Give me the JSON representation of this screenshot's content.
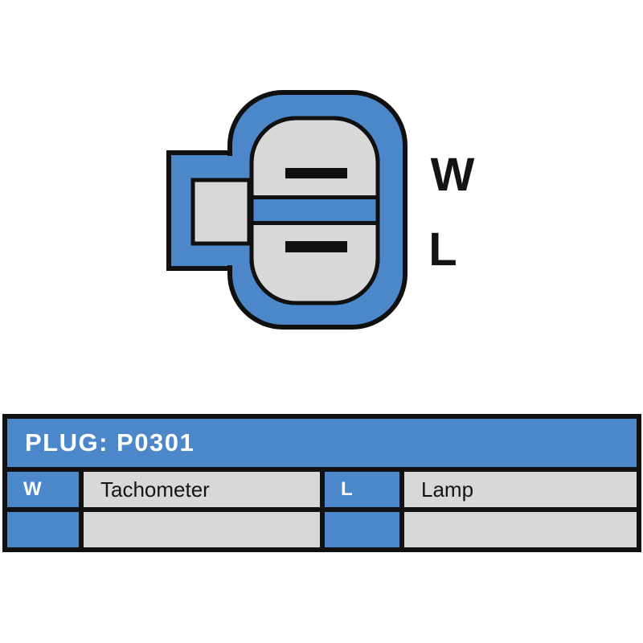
{
  "diagram": {
    "connector_labels": [
      {
        "text": "W"
      },
      {
        "text": "L"
      }
    ],
    "colors": {
      "housing_blue": "#4C87C9",
      "cavity_gray": "#D8D8D8",
      "outline_black": "#101010"
    }
  },
  "plug_table": {
    "title": "PLUG: P0301",
    "rows": [
      {
        "cells": [
          {
            "label": "W"
          },
          {
            "label": "Tachometer"
          },
          {
            "label": "L"
          },
          {
            "label": "Lamp"
          }
        ]
      },
      {
        "cells": [
          {
            "label": ""
          },
          {
            "label": ""
          },
          {
            "label": ""
          },
          {
            "label": ""
          }
        ]
      }
    ],
    "colors": {
      "header_bg": "#4C87C9",
      "pin_bg": "#4C87C9",
      "cell_bg": "#D8D8D8",
      "frame": "#111111",
      "header_text": "#FFFFFF"
    }
  }
}
